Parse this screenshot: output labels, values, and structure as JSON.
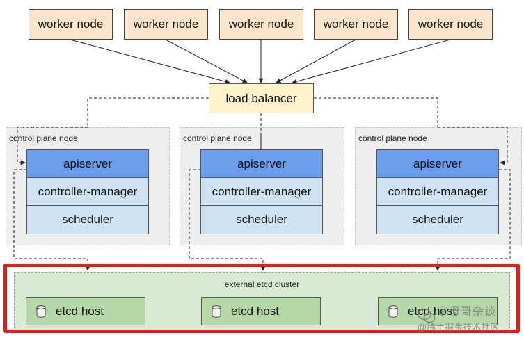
{
  "workers": [
    {
      "label": "worker node"
    },
    {
      "label": "worker node"
    },
    {
      "label": "worker node"
    },
    {
      "label": "worker node"
    },
    {
      "label": "worker node"
    }
  ],
  "load_balancer": {
    "label": "load balancer"
  },
  "control_planes": [
    {
      "title": "control plane node",
      "components": [
        "apiserver",
        "controller-manager",
        "scheduler"
      ]
    },
    {
      "title": "control plane node",
      "components": [
        "apiserver",
        "controller-manager",
        "scheduler"
      ]
    },
    {
      "title": "control plane node",
      "components": [
        "apiserver",
        "controller-manager",
        "scheduler"
      ]
    }
  ],
  "etcd_cluster": {
    "title": "external etcd cluster",
    "hosts": [
      {
        "label": "etcd host"
      },
      {
        "label": "etcd host"
      },
      {
        "label": "etcd host"
      }
    ]
  },
  "watermark": {
    "line1": "字母哥杂谈",
    "line2": "@稀土掘金技术社区"
  },
  "colors": {
    "worker": "#fce5cd",
    "load_balancer": "#fff2cc",
    "apiserver": "#6d9eeb",
    "component": "#cfe2f3",
    "etcd_host": "#b6d7a8",
    "etcd_cluster": "#d9ead3",
    "highlight_border": "#d9211d"
  }
}
